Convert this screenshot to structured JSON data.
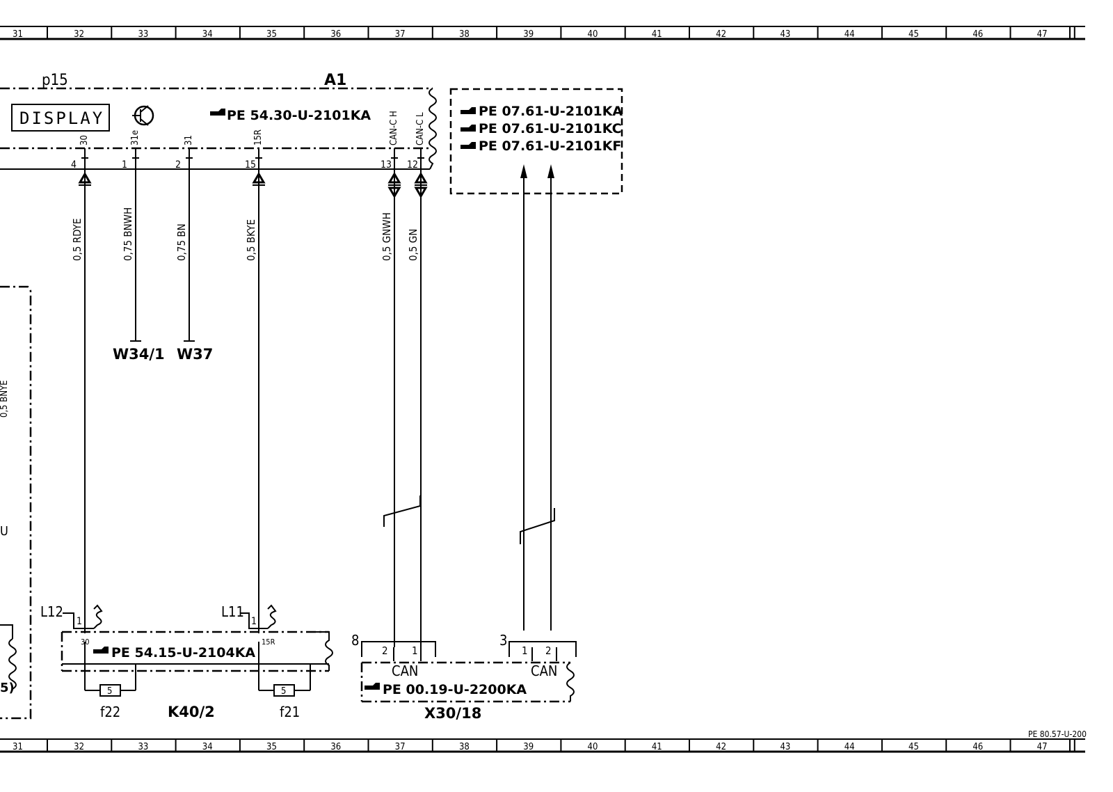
{
  "ruler": {
    "cols": [
      "31",
      "32",
      "33",
      "34",
      "35",
      "36",
      "37",
      "38",
      "39",
      "40",
      "41",
      "42",
      "43",
      "44",
      "45",
      "46",
      "47"
    ]
  },
  "page_ref": "PE 80.57-U-200",
  "a1": {
    "name": "A1",
    "sub": "p15",
    "display_text": "DISPLAY",
    "ref": "PE 54.30-U-2101KA"
  },
  "can_refs": [
    "PE 07.61-U-2101KA",
    "PE 07.61-U-2101KC",
    "PE 07.61-U-2101KF"
  ],
  "pins": [
    {
      "terminal": "30",
      "pin": "4",
      "wire": "0,5 RDYE"
    },
    {
      "terminal": "31e",
      "pin": "1",
      "wire": "0,75 BNWH"
    },
    {
      "terminal": "31",
      "pin": "2",
      "wire": "0,75 BN"
    },
    {
      "terminal": "15R",
      "pin": "15",
      "wire": "0,5 BKYE"
    },
    {
      "terminal": "CAN-C H",
      "pin": "13",
      "wire": "0,5 GNWH"
    },
    {
      "terminal": "CAN-C L",
      "pin": "12",
      "wire": "0,5 GN"
    }
  ],
  "grounds": [
    "W34/1",
    "W37"
  ],
  "k40": {
    "name": "K40/2",
    "ref": "PE 54.15-U-2104KA",
    "left": {
      "conn": "L12",
      "pin": "1",
      "terminal": "30",
      "fuse_value": "5",
      "fuse": "f22"
    },
    "right": {
      "conn": "L11",
      "pin": "1",
      "terminal": "15R",
      "fuse_value": "5",
      "fuse": "f21"
    }
  },
  "x30": {
    "name": "X30/18",
    "ref": "PE 00.19-U-2200KA",
    "left": {
      "group": "8",
      "pins": [
        "2",
        "1"
      ],
      "label": "CAN"
    },
    "right": {
      "group": "3",
      "pins": [
        "1",
        "2"
      ],
      "label": "CAN"
    }
  },
  "left_edge": {
    "wire_fragment": "0,5 BNYE",
    "label_fragment": "U",
    "paren_fragment": "5)"
  }
}
